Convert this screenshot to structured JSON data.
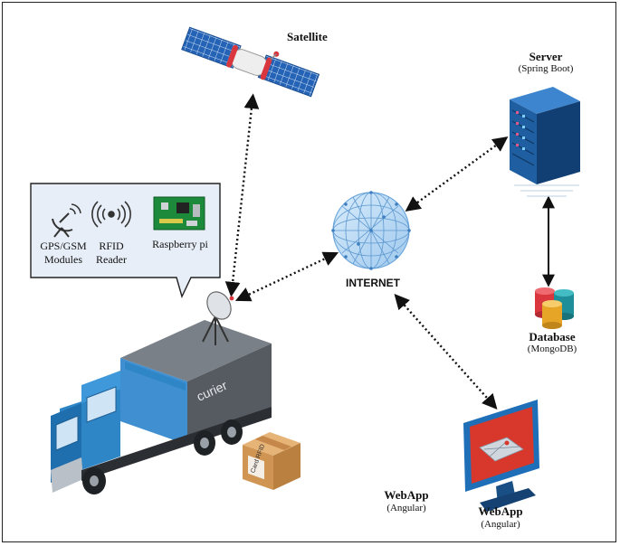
{
  "satellite": {
    "label": "Satellite"
  },
  "server": {
    "label": "Server",
    "sublabel": "(Spring Boot)"
  },
  "internet": {
    "label": "INTERNET"
  },
  "database": {
    "label": "Database",
    "sublabel": "(MongoDB)"
  },
  "webapp": {
    "label": "WebApp",
    "sublabel": "(Angular)"
  },
  "webapp_left": {
    "label": "WebApp",
    "sublabel": "(Angular)"
  },
  "truck": {
    "brand": "curier"
  },
  "box": {
    "text": "Card RFID"
  },
  "callout": {
    "gps_line1": "GPS/GSM",
    "gps_line2": "Modules",
    "rfid_line1": "RFID",
    "rfid_line2": "Reader",
    "rpi": "Raspberry pi"
  },
  "colors": {
    "truck_blue": "#2f86c6",
    "truck_cargo": "#565b61",
    "link_dots": "#111111",
    "server_body": "#1f5ea0",
    "screen_red": "#d8382c",
    "panel_blue": "#2463b5"
  }
}
